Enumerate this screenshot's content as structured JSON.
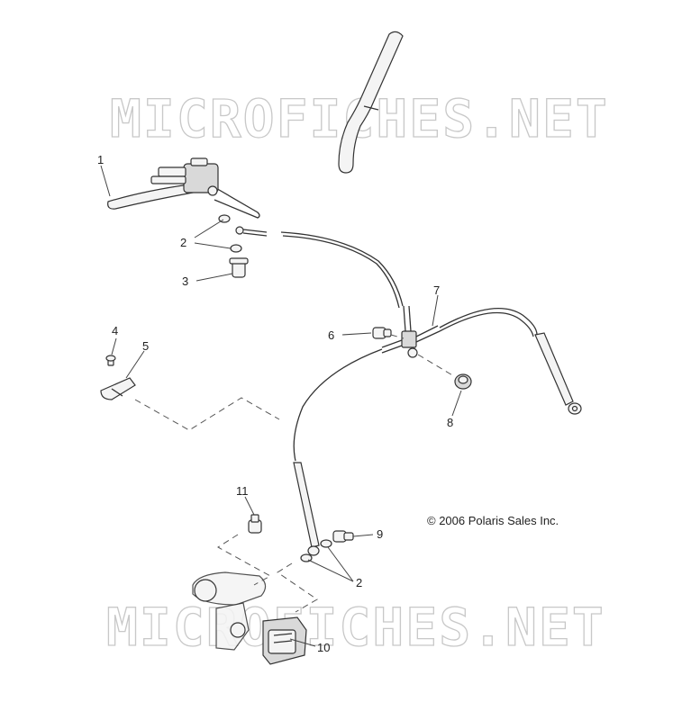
{
  "watermark": {
    "text": "MICROFICHES.NET"
  },
  "copyright": "© 2006 Polaris Sales Inc.",
  "callouts": {
    "c1": "1",
    "c2a": "2",
    "c2b": "2",
    "c3": "3",
    "c4": "4",
    "c5": "5",
    "c6": "6",
    "c7": "7",
    "c8": "8",
    "c9": "9",
    "c10": "10",
    "c11": "11"
  }
}
